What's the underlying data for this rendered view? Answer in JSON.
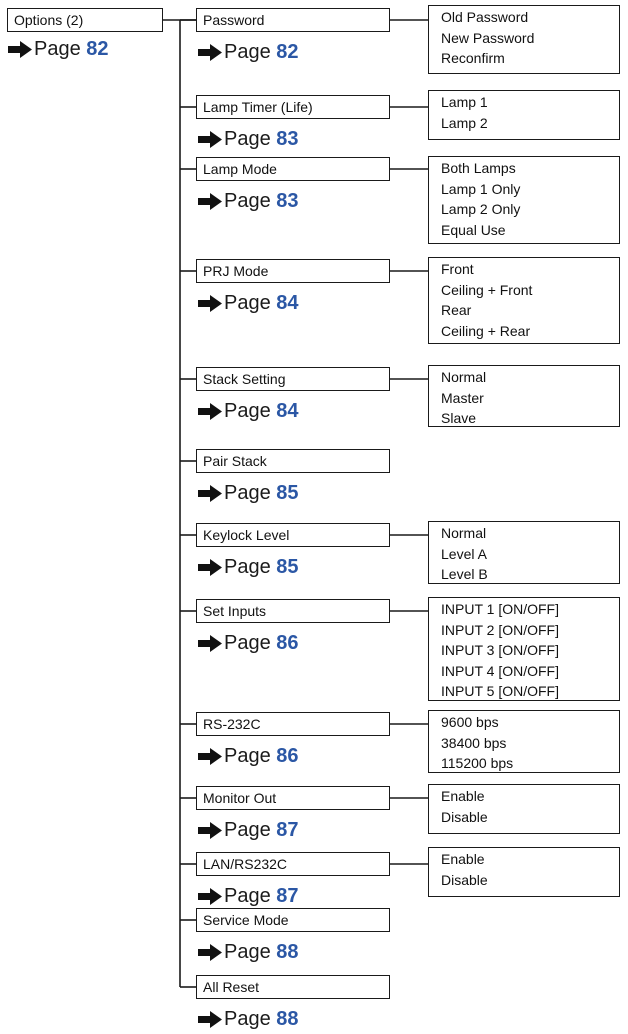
{
  "root": {
    "label": "Options (2)",
    "page_prefix": "Page",
    "page": "82"
  },
  "items": [
    {
      "label": "Password",
      "page_prefix": "Page",
      "page": "82",
      "options": [
        "Old Password",
        "New Password",
        "Reconfirm"
      ]
    },
    {
      "label": "Lamp Timer (Life)",
      "page_prefix": "Page",
      "page": "83",
      "options": [
        "Lamp 1",
        "Lamp 2"
      ]
    },
    {
      "label": "Lamp Mode",
      "page_prefix": "Page",
      "page": "83",
      "options": [
        "Both Lamps",
        "Lamp 1 Only",
        "Lamp 2 Only",
        "Equal Use"
      ]
    },
    {
      "label": "PRJ Mode",
      "page_prefix": "Page",
      "page": "84",
      "options": [
        "Front",
        "Ceiling + Front",
        "Rear",
        "Ceiling + Rear"
      ]
    },
    {
      "label": "Stack Setting",
      "page_prefix": "Page",
      "page": "84",
      "options": [
        "Normal",
        "Master",
        "Slave"
      ]
    },
    {
      "label": "Pair Stack",
      "page_prefix": "Page",
      "page": "85",
      "options": []
    },
    {
      "label": "Keylock Level",
      "page_prefix": "Page",
      "page": "85",
      "options": [
        "Normal",
        "Level A",
        "Level B"
      ]
    },
    {
      "label": "Set Inputs",
      "page_prefix": "Page",
      "page": "86",
      "options": [
        "INPUT 1 [ON/OFF]",
        "INPUT 2 [ON/OFF]",
        "INPUT 3 [ON/OFF]",
        "INPUT 4 [ON/OFF]",
        "INPUT 5 [ON/OFF]"
      ]
    },
    {
      "label": "RS-232C",
      "page_prefix": "Page",
      "page": "86",
      "options": [
        "9600 bps",
        "38400 bps",
        "115200 bps"
      ]
    },
    {
      "label": "Monitor Out",
      "page_prefix": "Page",
      "page": "87",
      "options": [
        "Enable",
        "Disable"
      ]
    },
    {
      "label": "LAN/RS232C",
      "page_prefix": "Page",
      "page": "87",
      "options": [
        "Enable",
        "Disable"
      ]
    },
    {
      "label": "Service Mode",
      "page_prefix": "Page",
      "page": "88",
      "options": []
    },
    {
      "label": "All Reset",
      "page_prefix": "Page",
      "page": "88",
      "options": []
    }
  ],
  "icons": {
    "page_arrow": "right-arrow-icon"
  },
  "colors": {
    "page_number": "#2b57a5",
    "line": "#1a1a1a"
  }
}
